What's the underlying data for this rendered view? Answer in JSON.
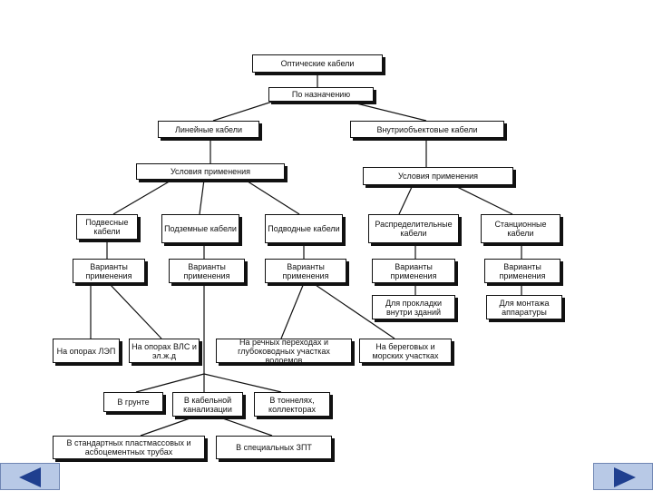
{
  "diagram": {
    "nodes": {
      "root": "Оптические кабели",
      "by_purpose": "По назначению",
      "linear": "Линейные кабели",
      "intra": "Внутриобъектовые кабели",
      "cond_left": "Условия применения",
      "cond_right": "Условия применения",
      "overhead": "Подвесные кабели",
      "underground": "Подземные кабели",
      "underwater": "Подводные кабели",
      "distribution": "Распределительные кабели",
      "station": "Станционные кабели",
      "var_overhead": "Варианты применения",
      "var_underground": "Варианты применения",
      "var_underwater": "Варианты применения",
      "var_distribution": "Варианты применения",
      "var_station": "Варианты применения",
      "inside_buildings": "Для прокладки внутри зданий",
      "equipment": "Для монтажа аппаратуры",
      "power_lines": "На опорах ЛЭП",
      "vls_rail": "На опорах ВЛС и эл.ж.д",
      "river": "На речных переходах и глубоководных участках водоемов",
      "coastal": "На береговых и морских участках",
      "ground": "В грунте",
      "duct": "В кабельной канализации",
      "tunnels": "В тоннелях, коллекторах",
      "pipes": "В стандартных пластмассовых и асбоцементных трубах",
      "special_zpt": "В специальных ЗПТ"
    }
  },
  "colors": {
    "nav_fill": "#b8c9e6",
    "nav_arrow": "#1f3f8f",
    "line": "#111111"
  },
  "nav": {
    "prev_icon": "triangle-left-icon",
    "next_icon": "triangle-right-icon"
  }
}
